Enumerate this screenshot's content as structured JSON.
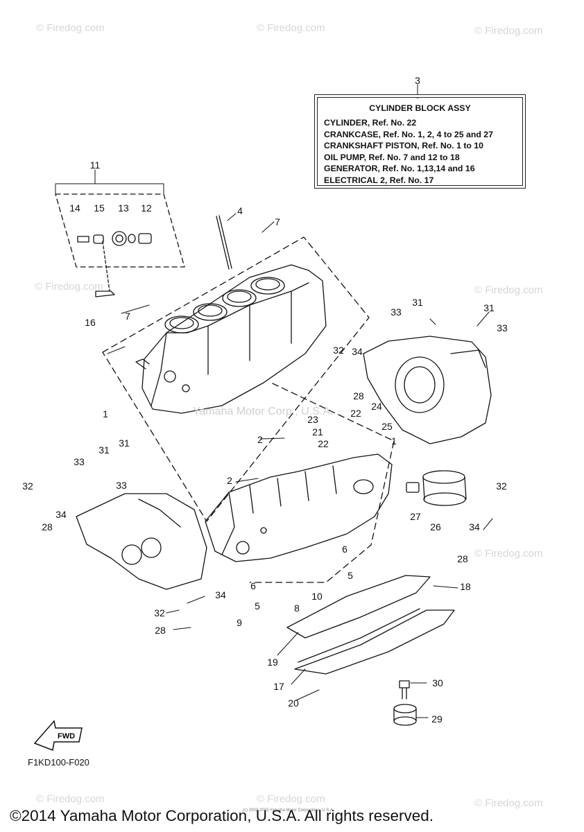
{
  "watermarks": [
    "© Firedog.com",
    "© Firedog.com",
    "© Firedog.com",
    "© Firedog.com",
    "© Firedog.com",
    "© Firedog.com",
    "© Firedog.com",
    "© Firedog.com",
    "© Firedog.com"
  ],
  "center_watermark": "Yamaha Motor Corp., U.S.A.",
  "info_box": {
    "ref": "3",
    "title": "CYLINDER BLOCK ASSY",
    "lines": [
      "CYLINDER,  Ref. No. 22",
      "CRANKCASE,  Ref. No. 1, 2, 4 to 25 and 27",
      "CRANKSHAFT PISTON,  Ref. No. 1 to 10",
      "OIL PUMP,  Ref. No. 7 and 12 to 18",
      "GENERATOR,  Ref. No. 1,13,14 and 16",
      "ELECTRICAL 2,    Ref. No. 17"
    ]
  },
  "callouts": [
    "11",
    "14",
    "15",
    "13",
    "12",
    "4",
    "7",
    "16",
    "7",
    "1",
    "33",
    "31",
    "31",
    "33",
    "32",
    "34",
    "28",
    "23",
    "22",
    "24",
    "21",
    "25",
    "22",
    "2",
    "2",
    "31",
    "31",
    "33",
    "33",
    "32",
    "34",
    "28",
    "27",
    "26",
    "34",
    "32",
    "28",
    "18",
    "5",
    "6",
    "6",
    "10",
    "8",
    "5",
    "9",
    "34",
    "32",
    "28",
    "19",
    "17",
    "20",
    "30",
    "29",
    "1"
  ],
  "fwd_label": "FWD",
  "figure_code": "F1KD100-F020",
  "copyright": "©2014 Yamaha Motor Corporation, U.S.A. All rights reserved.",
  "tiny_credit": "(c) 2003-2015 Yamaha Motor Corporation, U.S.A."
}
